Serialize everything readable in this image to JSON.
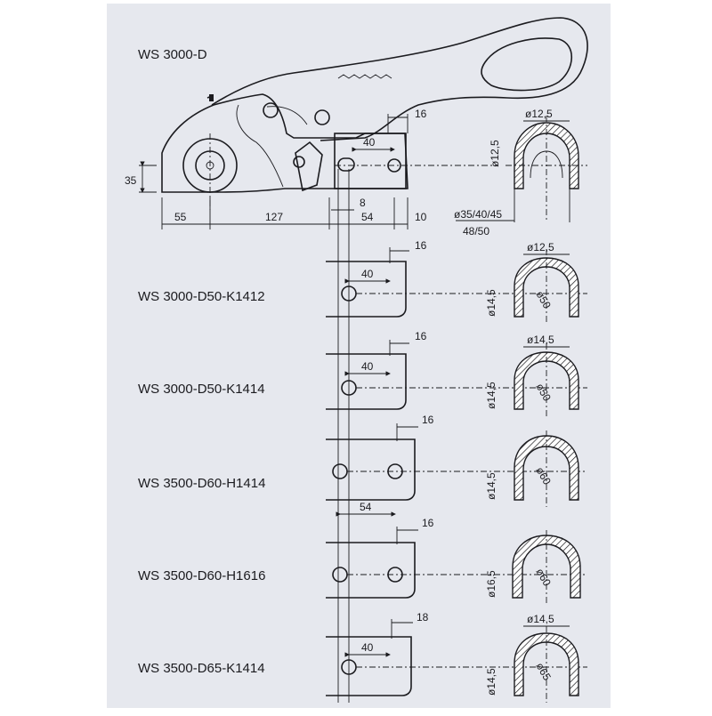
{
  "colors": {
    "background": "#e6e8ee",
    "ink": "#1b1b1f"
  },
  "main": {
    "title": "WS 3000-D",
    "dims": {
      "w16": "16",
      "w40": "40",
      "h35": "35",
      "w8": "8",
      "w55": "55",
      "w127": "127",
      "w54": "54",
      "w10": "10",
      "d125a": "ø12,5",
      "d125b": "ø12,5",
      "ball_sizes_1": "ø35/40/45",
      "ball_sizes_2": "48/50"
    }
  },
  "variants": [
    {
      "label": "WS 3000-D50-K1412",
      "width": "16",
      "spacing": "40",
      "height": "ø14,5",
      "hole": "ø12,5",
      "ball": "ø50"
    },
    {
      "label": "WS 3000-D50-K1414",
      "width": "16",
      "spacing": "40",
      "height": "ø14,5",
      "hole": "ø14,5",
      "ball": "ø50"
    },
    {
      "label": "WS 3500-D60-H1414",
      "width": "16",
      "height": "ø14,5",
      "ball": "ø60"
    },
    {
      "label": "WS 3500-D60-H1616",
      "width": "16",
      "spacing": "54",
      "height": "ø16,5",
      "ball": "ø60"
    },
    {
      "label": "WS 3500-D65-K1414",
      "width": "18",
      "spacing": "40",
      "height": "ø14,5",
      "hole": "ø14,5",
      "ball": "ø65"
    }
  ]
}
